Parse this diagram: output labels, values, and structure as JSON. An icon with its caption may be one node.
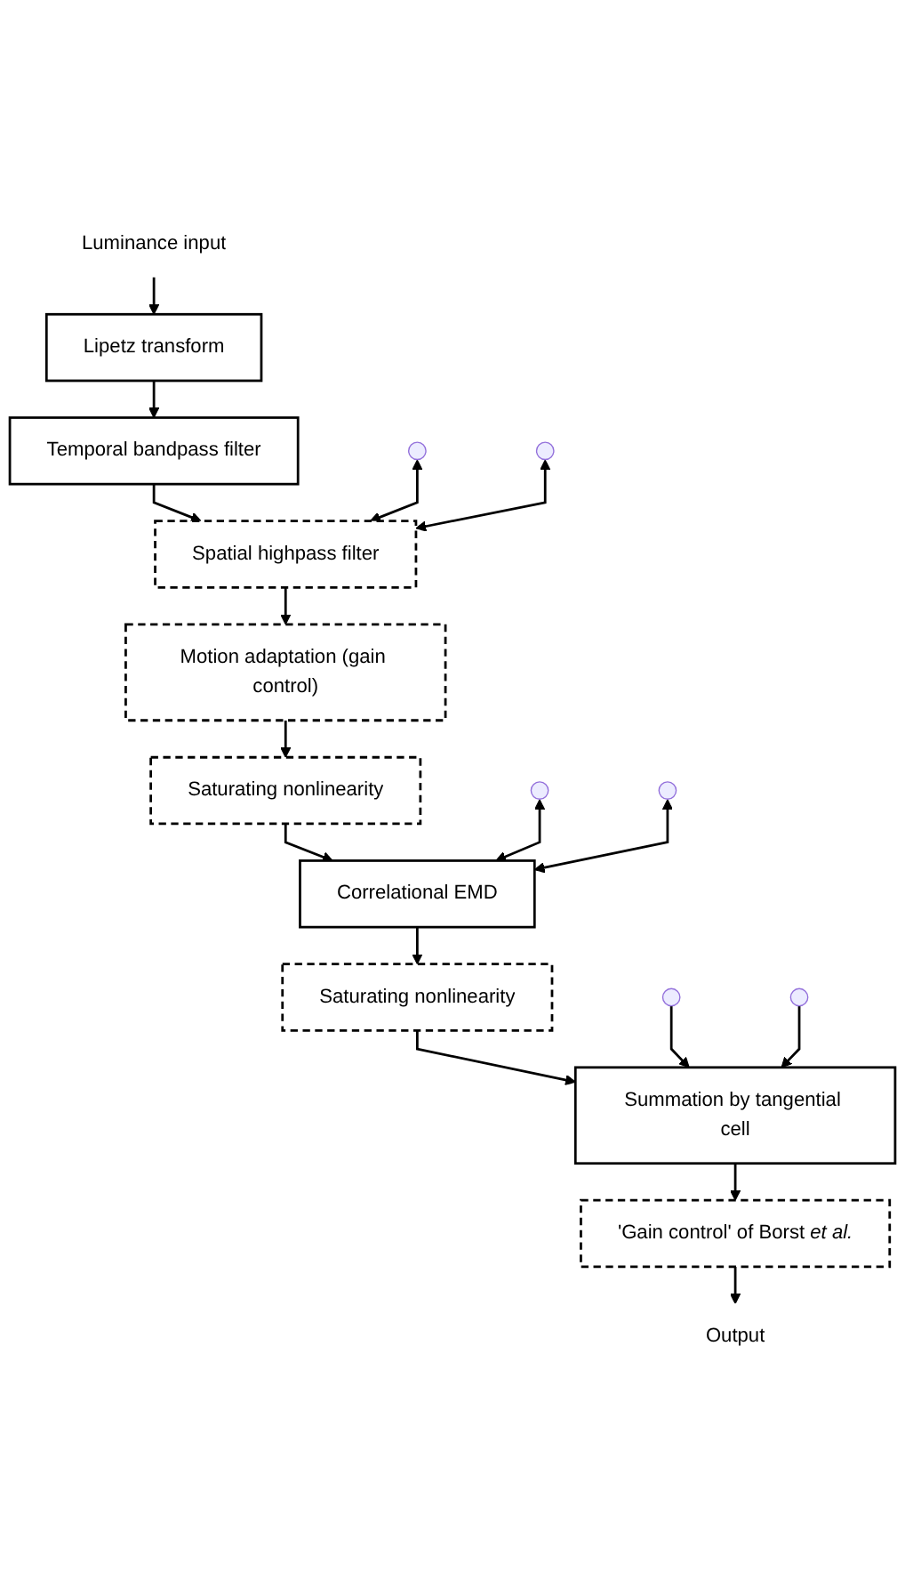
{
  "diagram": {
    "nodes": [
      {
        "text": [
          "Luminance input"
        ]
      },
      {
        "text": [
          "Lipetz transform"
        ]
      },
      {
        "text": [
          "Temporal bandpass filter"
        ]
      },
      {
        "text": [
          "Spatial highpass filter"
        ]
      },
      {
        "text": [
          "Motion adaptation (gain control)"
        ]
      },
      {
        "text": [
          "Saturating nonlinearity"
        ]
      },
      {
        "text": [
          "Correlational EMD"
        ]
      },
      {
        "text": [
          "Saturating nonlinearity"
        ]
      },
      {
        "text": [
          "Summation by tangential cell"
        ]
      },
      {
        "text": [
          "'Gain control' of Borst *et al.*"
        ]
      },
      {
        "text": [
          "Output"
        ]
      }
    ],
    "edges": [
      {
        "from": 0,
        "to": 1,
        "arrow": "to"
      },
      {
        "from": 1,
        "to": 2,
        "arrow": "to"
      },
      {
        "from": 2,
        "to": 3,
        "arrow": "to"
      },
      {
        "from": null,
        "to": 3,
        "arrow": "both"
      },
      {
        "from": null,
        "to": 3,
        "arrow": "both"
      },
      {
        "from": 3,
        "to": 4,
        "arrow": "to"
      },
      {
        "from": 4,
        "to": 5,
        "arrow": "to"
      },
      {
        "from": 5,
        "to": 6,
        "arrow": "to"
      },
      {
        "from": null,
        "to": 6,
        "arrow": "both"
      },
      {
        "from": null,
        "to": 6,
        "arrow": "both"
      },
      {
        "from": 6,
        "to": 7,
        "arrow": "to"
      },
      {
        "from": 7,
        "to": 8,
        "arrow": "to"
      },
      {
        "from": null,
        "to": 8,
        "arrow": "to"
      },
      {
        "from": null,
        "to": 8,
        "arrow": "to"
      },
      {
        "from": 8,
        "to": 9,
        "arrow": "to"
      },
      {
        "from": 9,
        "to": 10,
        "arrow": "to"
      }
    ]
  }
}
